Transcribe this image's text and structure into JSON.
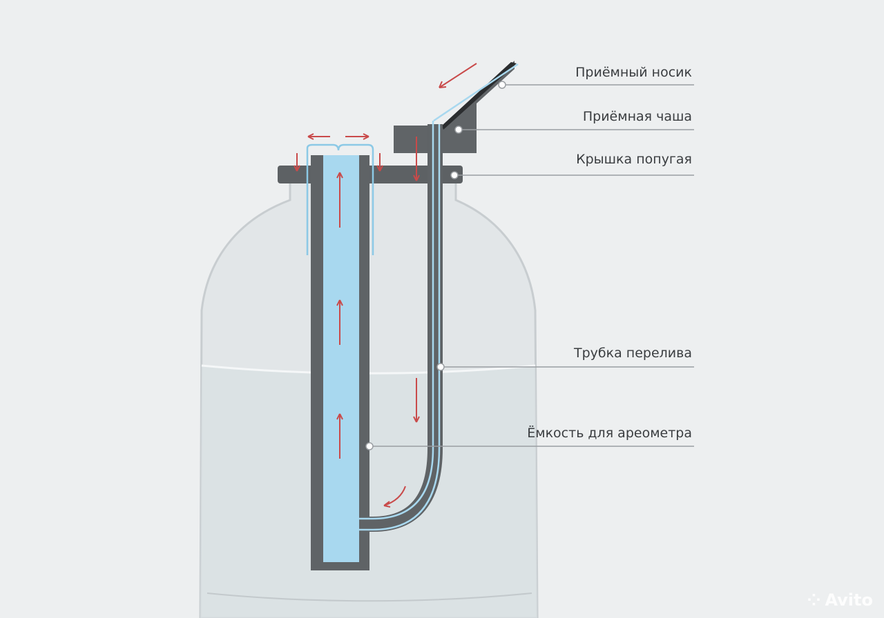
{
  "labels": {
    "spout": "Приёмный носик",
    "cup": "Приёмная чаша",
    "lid": "Крышка попугая",
    "overflow_tube": "Трубка перелива",
    "areometer_container": "Ёмкость для ареометра"
  },
  "watermark": "Avito",
  "colors": {
    "background": "#edeff0",
    "metal": "#5f6366",
    "water": "#a8d8ef",
    "arrow": "#c94a4a",
    "line": "#9a9ea2"
  }
}
